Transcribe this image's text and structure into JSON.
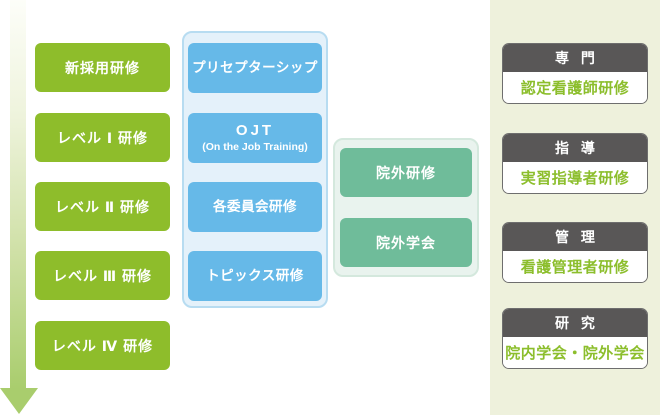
{
  "colors": {
    "level_box_green": "#8ebd2b",
    "arrow_green": "#a9cd6d",
    "inhouse_box_blue": "#66b9e8",
    "inhouse_panel_blue": "#e4f1fa",
    "external_box_teal": "#6fbc9a",
    "external_panel_mint": "#e9f3ee",
    "right_panel_bg": "#eef1dc",
    "card_header_gray": "#595757",
    "card_text_green": "#8cbe2c"
  },
  "level_track": {
    "items": [
      {
        "label": "新採用研修"
      },
      {
        "label": "レベル Ⅰ 研修"
      },
      {
        "label": "レベル Ⅱ 研修"
      },
      {
        "label": "レベル Ⅲ 研修"
      },
      {
        "label": "レベル Ⅳ 研修"
      }
    ]
  },
  "inhouse_training": {
    "items": [
      {
        "label": "プリセプターシップ"
      },
      {
        "label": "OJT",
        "sublabel": "(On the Job Training)"
      },
      {
        "label": "各委員会研修"
      },
      {
        "label": "トピックス研修"
      }
    ]
  },
  "external_training": {
    "items": [
      {
        "label": "院外研修"
      },
      {
        "label": "院外学会"
      }
    ]
  },
  "specialty_cards": {
    "cards": [
      {
        "category": "専 門",
        "program": "認定看護師研修"
      },
      {
        "category": "指 導",
        "program": "実習指導者研修"
      },
      {
        "category": "管 理",
        "program": "看護管理者研修"
      },
      {
        "category": "研 究",
        "program": "院内学会・院外学会"
      }
    ]
  }
}
